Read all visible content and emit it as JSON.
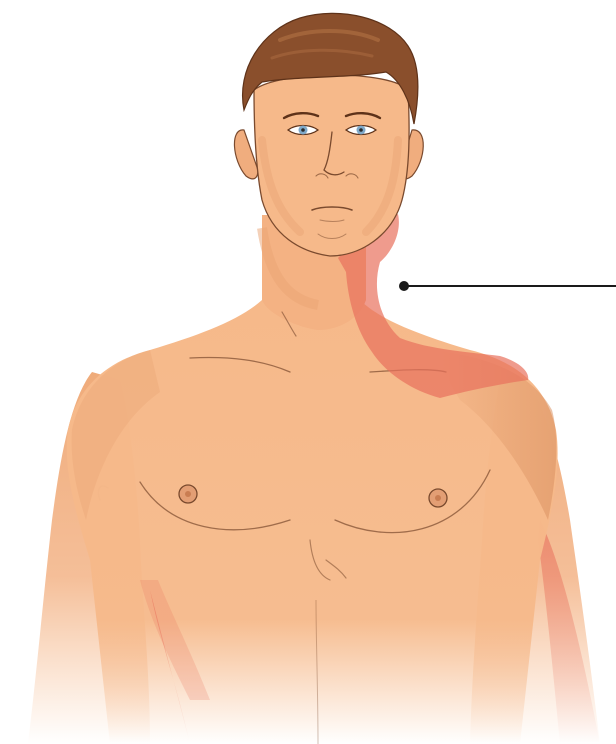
{
  "figure": {
    "subject": "front-view-male-upper-body",
    "highlight_region": "neck-left-shoulder-jaw-and-arm-referred-pain",
    "callout_icon": "leader-line-with-dot"
  },
  "colors": {
    "background": "#ffffff",
    "skin": "#f6b98a",
    "skin_shadow": "#e9a473",
    "skin_deep_shadow": "#d98f5f",
    "hair": "#8a4f2c",
    "hair_highlight": "#a8693f",
    "pain_highlight": "#e8705c",
    "outline": "#7a4a2e",
    "eye_iris": "#7fa9c9",
    "leader_line": "#1a1a1a"
  }
}
